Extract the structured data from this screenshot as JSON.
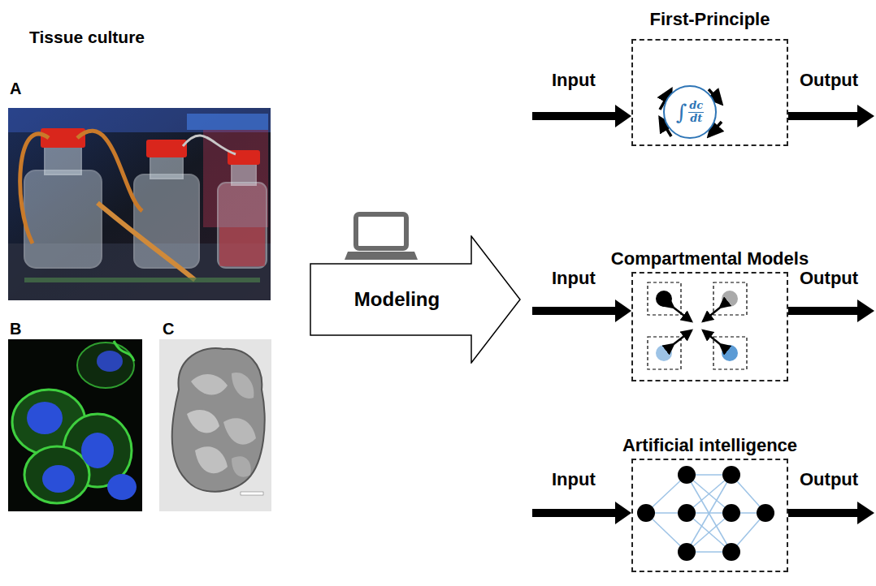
{
  "diagram": {
    "nodes": [
      {
        "text": [
          "Modeling"
        ]
      },
      {
        "text": [
          "First-Principle"
        ]
      },
      {
        "text": [
          "∫",
          "dc",
          "dt"
        ],
        "in": 1
      },
      {
        "text": [
          "Compartmental Models"
        ]
      },
      {
        "text": [
          "Artificial intelligence"
        ]
      }
    ],
    "labels": [
      "Tissue culture",
      "A",
      "B",
      "C",
      "Input",
      "Output",
      "Input",
      "Output",
      "Input",
      "Output"
    ]
  }
}
